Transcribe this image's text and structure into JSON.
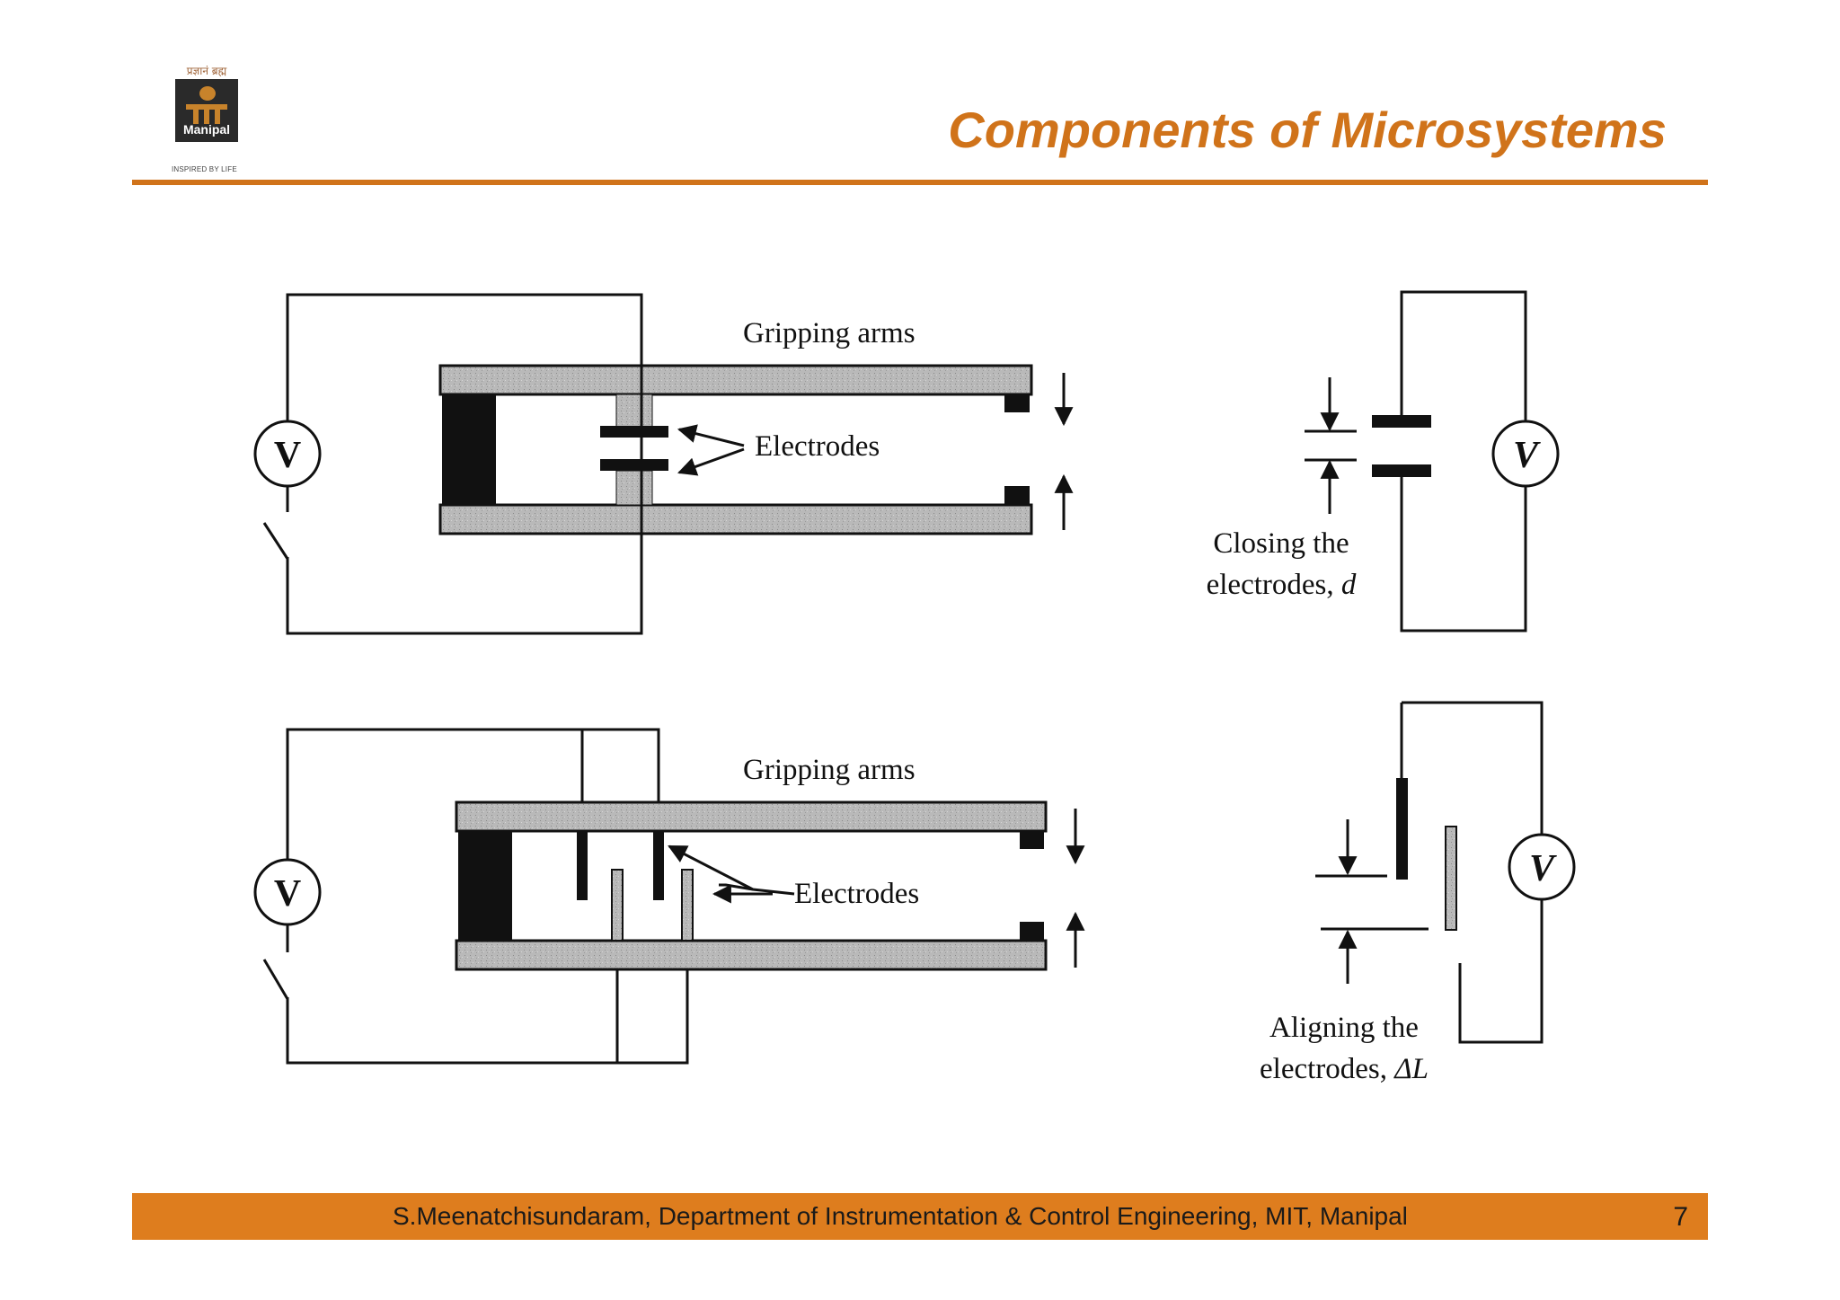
{
  "logo": {
    "hindi_text": "प्रज्ञानं ब्रह्म",
    "name": "Manipal",
    "tagline": "INSPIRED BY LIFE"
  },
  "slide": {
    "title": "Components of Microsystems"
  },
  "diagram_top": {
    "voltmeter_label": "V",
    "gripping_arms_label": "Gripping arms",
    "electrodes_label": "Electrodes",
    "inset_caption_line1": "Closing the",
    "inset_caption_line2_prefix": "electrodes, ",
    "inset_caption_variable": "d",
    "inset_voltmeter_label": "V"
  },
  "diagram_bottom": {
    "voltmeter_label": "V",
    "gripping_arms_label": "Gripping arms",
    "electrodes_label": "Electrodes",
    "inset_caption_line1": "Aligning the",
    "inset_caption_line2_prefix": "electrodes, ",
    "inset_caption_variable": "ΔL",
    "inset_voltmeter_label": "V"
  },
  "footer": {
    "text": "S.Meenatchisundaram, Department of Instrumentation & Control Engineering, MIT, Manipal",
    "page_number": "7"
  }
}
